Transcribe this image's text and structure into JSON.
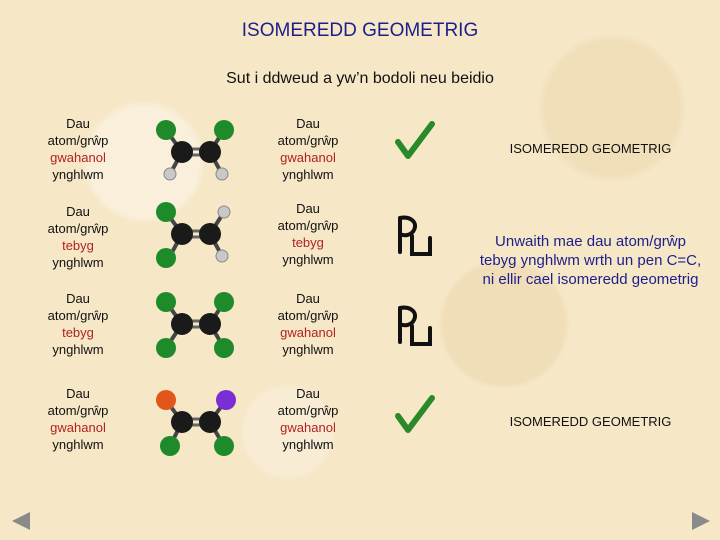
{
  "title": "ISOMEREDD GEOMETRIG",
  "subtitle": "Sut i ddweud a yw’n bodoli neu beidio",
  "rows": [
    {
      "left": {
        "line1": "Dau",
        "line2": "atom/grŵp",
        "kind": "gwahanol",
        "line4": "ynghlwm"
      },
      "right": {
        "line1": "Dau",
        "line2": "atom/grŵp",
        "kind": "gwahanol",
        "line4": "ynghlwm"
      },
      "mark": "check-icon",
      "result": "ISOMEREDD GEOMETRIG"
    },
    {
      "left": {
        "line1": "Dau",
        "line2": "atom/grŵp",
        "kind": "tebyg",
        "line4": "ynghlwm"
      },
      "right": {
        "line1": "Dau",
        "line2": "atom/grŵp",
        "kind": "tebyg",
        "line4": "ynghlwm"
      },
      "mark": "cross-mark-icon",
      "result": ""
    },
    {
      "left": {
        "line1": "Dau",
        "line2": "atom/grŵp",
        "kind": "tebyg",
        "line4": "ynghlwm"
      },
      "right": {
        "line1": "Dau",
        "line2": "atom/grŵp",
        "kind": "gwahanol",
        "line4": "ynghlwm"
      },
      "mark": "cross-mark-icon",
      "result": ""
    },
    {
      "left": {
        "line1": "Dau",
        "line2": "atom/grŵp",
        "kind": "gwahanol",
        "line4": "ynghlwm"
      },
      "right": {
        "line1": "Dau",
        "line2": "atom/grŵp",
        "kind": "gwahanol",
        "line4": "ynghlwm"
      },
      "mark": "check-icon",
      "result": "ISOMEREDD GEOMETRIG"
    }
  ],
  "explanation": "Unwaith mae dau atom/grŵp tebyg ynghlwm wrth un pen C=C, ni ellir cael isomeredd geometrig",
  "colors": {
    "title": "#1d1f8c",
    "kind": "#b22222",
    "carbon": "#1a1a1a",
    "green_atom": "#1f8a2a",
    "hydrogen": "#c8c8c8",
    "orange_atom": "#e2561b",
    "purple_atom": "#7a2fd6"
  },
  "nav": {
    "prev": "prev-arrow-icon",
    "next": "next-arrow-icon"
  }
}
